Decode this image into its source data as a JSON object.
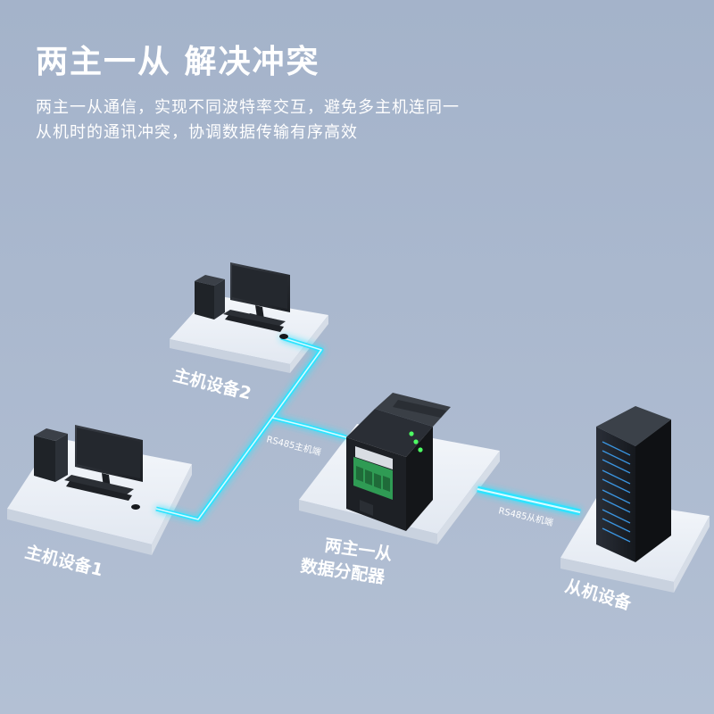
{
  "header": {
    "title": "两主一从 解决冲突",
    "subtitle_line1": "两主一从通信，实现不同波特率交互，避免多主机连同一",
    "subtitle_line2": "从机时的通讯冲突，协调数据传输有序高效"
  },
  "devices": {
    "master2_label": "主机设备2",
    "master1_label": "主机设备1",
    "splitter_label_line1": "两主一从",
    "splitter_label_line2": "数据分配器",
    "slave_label": "从机设备"
  },
  "links": {
    "master_side_label": "RS485主机端",
    "slave_side_label": "RS485从机端"
  },
  "colors": {
    "background": "#a8b6cc",
    "cable_glow": "#35e6ff",
    "platform": "#eef2f8",
    "text": "#ffffff"
  }
}
